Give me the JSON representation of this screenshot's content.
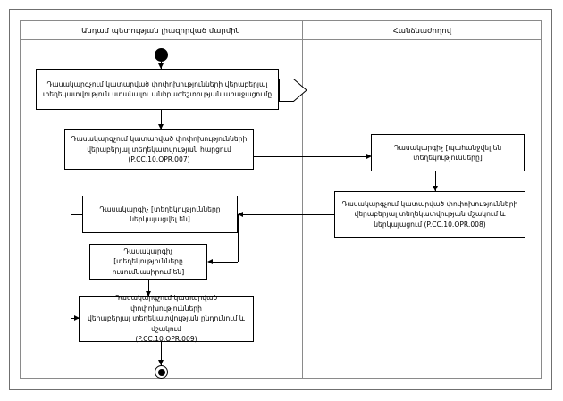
{
  "diagram": {
    "type": "uml-activity-swimlane",
    "lanes": [
      {
        "id": "lane-left",
        "title": "Անդամ պետության լիազորված մարմին"
      },
      {
        "id": "lane-right",
        "title": "Հանձնաժողով"
      }
    ]
  },
  "nodes": {
    "start": {
      "label": ""
    },
    "activity1": {
      "line1": "Դասակարգչում կատարված փոփոխությունների վերաբերյալ",
      "line2": "տեղեկատվություն ստանալու անհրաժեշտության առաջացումը"
    },
    "activity2": {
      "line1": "Դասակարգչում կատարված փոփոխությունների",
      "line2": "վերաբերյալ տեղեկատվության հարցում",
      "line3": "(P.CC.10.OPR.007)"
    },
    "object1": {
      "line1": "Դասակարգիչ [պահանջվել են",
      "line2": "տեղեկությունները]"
    },
    "activity3": {
      "line1": "Դասակարգչում կատարված փոփոխությունների",
      "line2": "վերաբերյալ տեղեկատվության մշակում և",
      "line3": "ներկայացում (P.CC.10.OPR.008)"
    },
    "object2": {
      "line1": "Դասակարգիչ [տեղեկությունները",
      "line2": "ներկայացվել են]"
    },
    "object3": {
      "line1": "Դասակարգիչ",
      "line2": "[տեղեկությունները",
      "line3": "ուսումնասիրում են]"
    },
    "activity4": {
      "line1": "Դասակարգչում կատարված փոփոխությունների",
      "line2": "վերաբերյալ տեղեկատվության ընդունում և մշակում",
      "line3": "(P.CC.10.OPR.009)"
    },
    "end": {
      "label": ""
    }
  },
  "colors": {
    "stroke": "#000000",
    "frame": "#6f6f6f",
    "lane_border": "#8a8a8a",
    "background": "#ffffff"
  }
}
